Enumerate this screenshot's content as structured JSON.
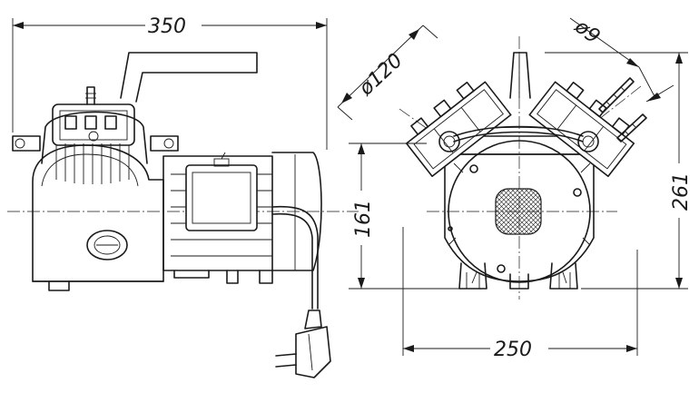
{
  "dimensions": {
    "overall_length": "350",
    "base_width": "250",
    "shaft_height": "161",
    "total_height": "261",
    "head_diameter": "ø120",
    "connection_diameter": "ø9"
  }
}
